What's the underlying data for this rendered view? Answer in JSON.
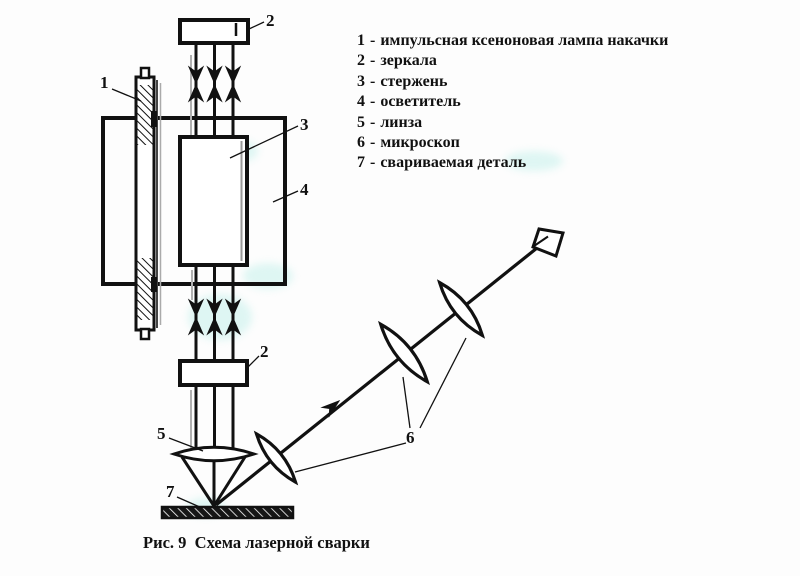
{
  "figure": {
    "caption": "Рис. 9  Схема лазерной сварки"
  },
  "legend": {
    "separator": "-",
    "items": [
      {
        "num": "1",
        "text": "импульсная ксеноновая лампа накачки"
      },
      {
        "num": "2",
        "text": "зеркала"
      },
      {
        "num": "3",
        "text": "стержень"
      },
      {
        "num": "4",
        "text": "осветитель"
      },
      {
        "num": "5",
        "text": "линза"
      },
      {
        "num": "6",
        "text": "микроскоп"
      },
      {
        "num": "7",
        "text": "свариваемая деталь"
      }
    ]
  },
  "callouts": {
    "lamp": "1",
    "top_mirror": "2",
    "rod": "3",
    "illuminator": "4",
    "bottom_mirror": "2",
    "lens": "5",
    "microscope": "6",
    "workpiece": "7"
  },
  "colors": {
    "ink": "#111111",
    "paper": "#fdfdfd",
    "scan_artifact": "#9fe8df"
  }
}
